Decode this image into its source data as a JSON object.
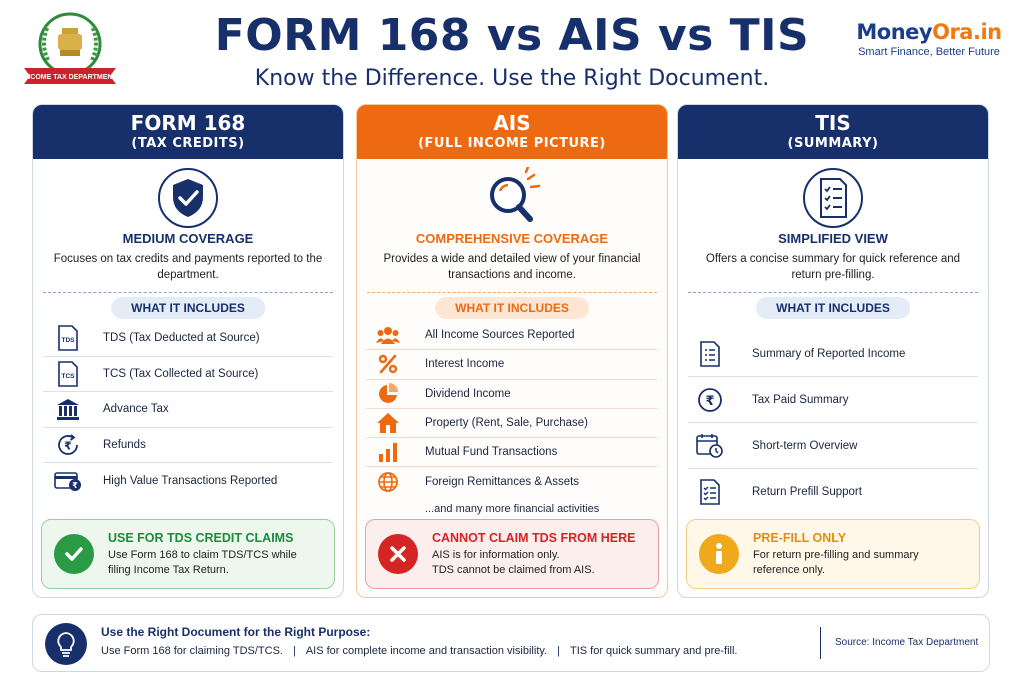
{
  "header": {
    "title": "FORM 168 vs AIS vs TIS",
    "subtitle": "Know the Difference. Use the Right Document.",
    "emblem_ribbon": "INCOME TAX DEPARTMENT",
    "brand_part1": "Money",
    "brand_part2": "Ora.in",
    "brand_tagline": "Smart Finance, Better Future"
  },
  "colors": {
    "navy": "#17306b",
    "orange": "#ee6a10",
    "green": "#1f8a3c",
    "red": "#d42424",
    "amber": "#e0900d"
  },
  "columns": [
    {
      "title": "FORM 168",
      "subtitle": "(TAX CREDITS)",
      "icon": "shield-check-icon",
      "coverage": "MEDIUM COVERAGE",
      "description": "Focuses on tax credits and payments reported to the department.",
      "includes_label": "WHAT IT INCLUDES",
      "items": [
        {
          "label": "TDS (Tax Deducted at Source)",
          "icon": "tds-document-icon"
        },
        {
          "label": "TCS (Tax Collected at Source)",
          "icon": "tcs-document-icon"
        },
        {
          "label": "Advance Tax",
          "icon": "bank-building-icon"
        },
        {
          "label": "Refunds",
          "icon": "rupee-refund-icon"
        },
        {
          "label": "High Value Transactions Reported",
          "icon": "card-rupee-icon"
        }
      ],
      "note_title": "USE FOR TDS CREDIT CLAIMS",
      "note_line1": "Use Form 168 to claim TDS/TCS while",
      "note_line2": "filing Income Tax Return.",
      "note_icon": "check-circle-icon"
    },
    {
      "title": "AIS",
      "subtitle": "(FULL INCOME PICTURE)",
      "icon": "magnifier-icon",
      "coverage": "COMPREHENSIVE COVERAGE",
      "description": "Provides a wide and detailed view of your financial transactions and income.",
      "includes_label": "WHAT IT INCLUDES",
      "items": [
        {
          "label": "All Income Sources Reported",
          "icon": "people-icon"
        },
        {
          "label": "Interest Income",
          "icon": "percent-icon"
        },
        {
          "label": "Dividend Income",
          "icon": "pie-chart-icon"
        },
        {
          "label": "Property (Rent, Sale, Purchase)",
          "icon": "house-icon"
        },
        {
          "label": "Mutual Fund Transactions",
          "icon": "bar-chart-icon"
        },
        {
          "label": "Foreign Remittances & Assets",
          "icon": "globe-icon"
        }
      ],
      "more": "...and many more financial activities",
      "note_title": "CANNOT CLAIM TDS FROM HERE",
      "note_line1": "AIS is for information only.",
      "note_line2": "TDS cannot be claimed from AIS.",
      "note_icon": "x-circle-icon"
    },
    {
      "title": "TIS",
      "subtitle": "(SUMMARY)",
      "icon": "checklist-icon",
      "coverage": "SIMPLIFIED VIEW",
      "description": "Offers a concise summary for quick reference and return pre-filling.",
      "includes_label": "WHAT IT INCLUDES",
      "items": [
        {
          "label": "Summary of Reported Income",
          "icon": "list-document-icon"
        },
        {
          "label": "Tax Paid Summary",
          "icon": "rupee-circle-icon"
        },
        {
          "label": "Short-term Overview",
          "icon": "calendar-clock-icon"
        },
        {
          "label": "Return Prefill Support",
          "icon": "checklist-small-icon"
        }
      ],
      "note_title": "PRE-FILL ONLY",
      "note_line1": "For return pre-filling and summary",
      "note_line2": "reference only.",
      "note_icon": "info-circle-icon"
    }
  ],
  "footer": {
    "title": "Use the Right Document for the Right Purpose:",
    "item1": "Use Form 168 for claiming TDS/TCS.",
    "item2": "AIS for complete income and transaction visibility.",
    "item3": "TIS for quick summary and pre-fill.",
    "source": "Source: Income Tax Department",
    "icon": "lightbulb-icon"
  }
}
